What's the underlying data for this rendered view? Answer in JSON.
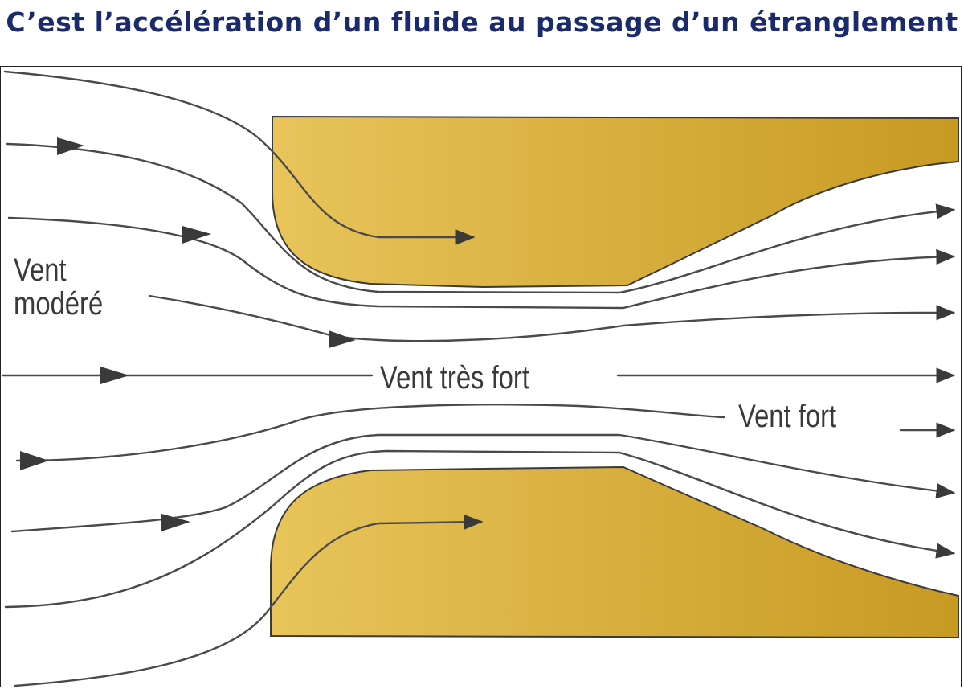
{
  "title": "C’est l’accélération d’un fluide au passage d’un étranglement",
  "labels": {
    "moderate_line1": "Vent",
    "moderate_line2": "modéré",
    "very_strong": "Vent très fort",
    "strong": "Vent fort"
  },
  "colors": {
    "title": "#1a2a6c",
    "relief_light": "#e8c45a",
    "relief_dark": "#c79a22",
    "relief_outline": "#3a3a3a",
    "streamline": "#4a4a4a"
  }
}
